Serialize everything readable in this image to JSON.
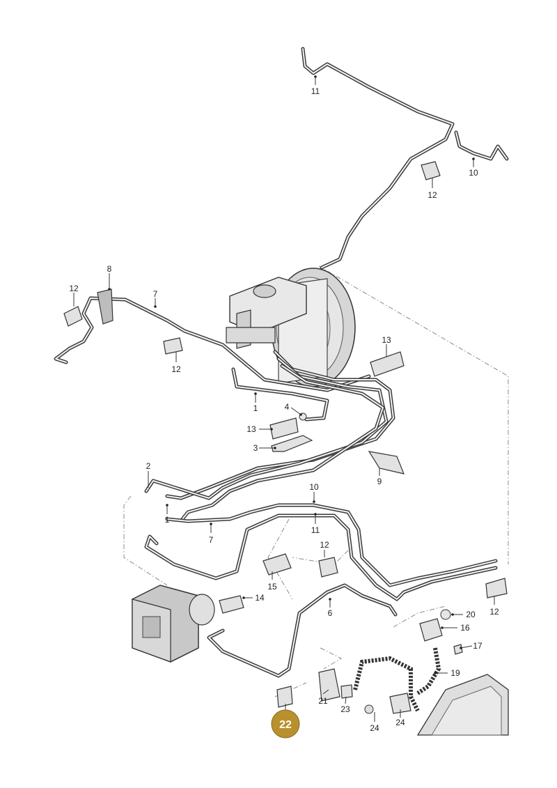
{
  "highlight_color": "#b8912e",
  "labels": {
    "l1a": "1",
    "l1b": "1",
    "l2": "2",
    "l3": "3",
    "l4": "4",
    "l6": "6",
    "l7a": "7",
    "l7b": "7",
    "l8": "8",
    "l9": "9",
    "l10a": "10",
    "l10b": "10",
    "l11a": "11",
    "l11b": "11",
    "l12a": "12",
    "l12b": "12",
    "l12c": "12",
    "l12d": "12",
    "l12e": "12",
    "l13a": "13",
    "l13b": "13",
    "l14": "14",
    "l15": "15",
    "l16": "16",
    "l17": "17",
    "l19": "19",
    "l20": "20",
    "l21": "21",
    "l22": "22",
    "l23": "23",
    "l24a": "24",
    "l24b": "24"
  }
}
